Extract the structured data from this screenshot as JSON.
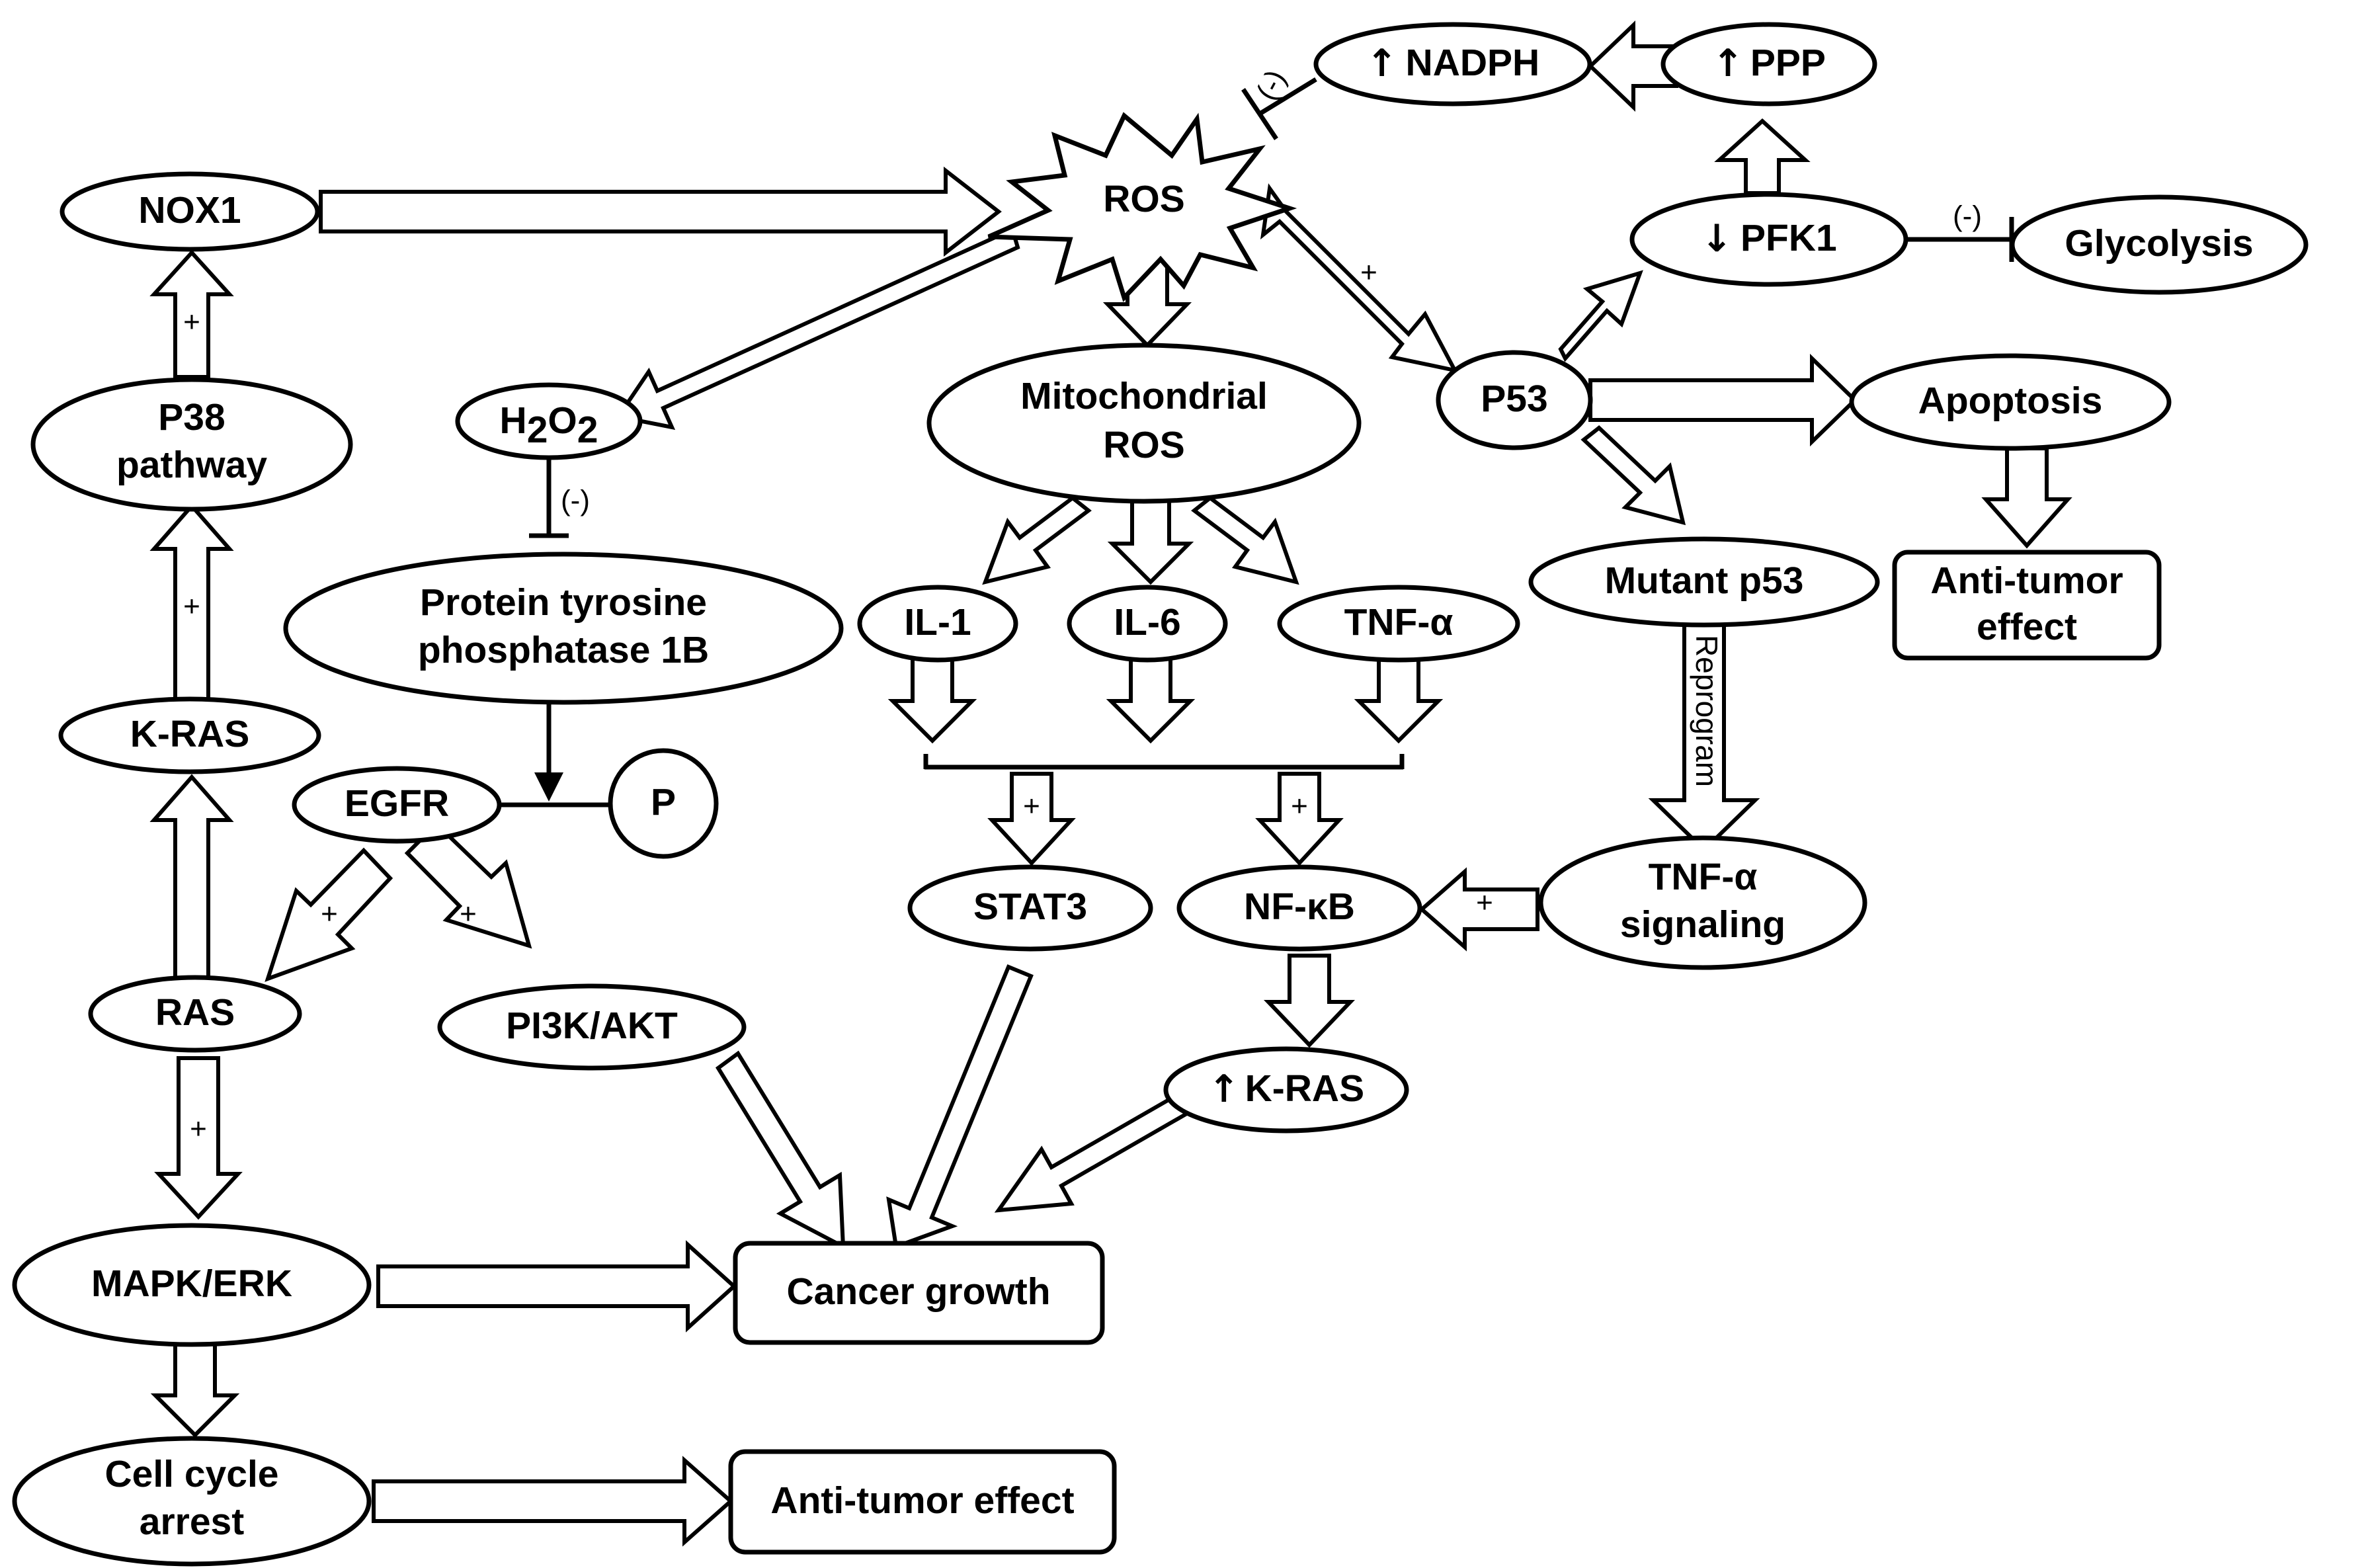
{
  "nodes": {
    "nox1": "NOX1",
    "ros": "ROS",
    "nadph": "NADPH",
    "ppp": "PPP",
    "pfk1": "PFK1",
    "glycolysis": "Glycolysis",
    "p38_line1": "P38",
    "p38_line2": "pathway",
    "h2o2_h": "H",
    "h2o2_sub1": "2",
    "h2o2_o": "O",
    "h2o2_sub2": "2",
    "mito_line1": "Mitochondrial",
    "mito_line2": "ROS",
    "p53": "P53",
    "apoptosis": "Apoptosis",
    "ptp_line1": "Protein tyrosine",
    "ptp_line2": "phosphatase 1B",
    "il1": "IL-1",
    "il6": "IL-6",
    "tnfa": "TNF-α",
    "mutant_p53": "Mutant p53",
    "anti_tumor_right_line1": "Anti-tumor",
    "anti_tumor_right_line2": "effect",
    "kras": "K-RAS",
    "egfr": "EGFR",
    "p": "P",
    "stat3": "STAT3",
    "nfkb": "NF-κB",
    "tnfa_sig_line1": "TNF-α",
    "tnfa_sig_line2": "signaling",
    "ras": "RAS",
    "pi3k": "PI3K/AKT",
    "kras_up": "K-RAS",
    "mapk": "MAPK/ERK",
    "cancer_growth": "Cancer growth",
    "cell_cycle_line1": "Cell cycle",
    "cell_cycle_line2": "arrest",
    "anti_tumor_bottom": "Anti-tumor effect"
  },
  "edge_labels": {
    "plus": "+",
    "minus": "(-)",
    "reprogram": "Reprogram"
  },
  "symbols": {
    "up_arrow": "↑",
    "down_arrow": "↓"
  }
}
